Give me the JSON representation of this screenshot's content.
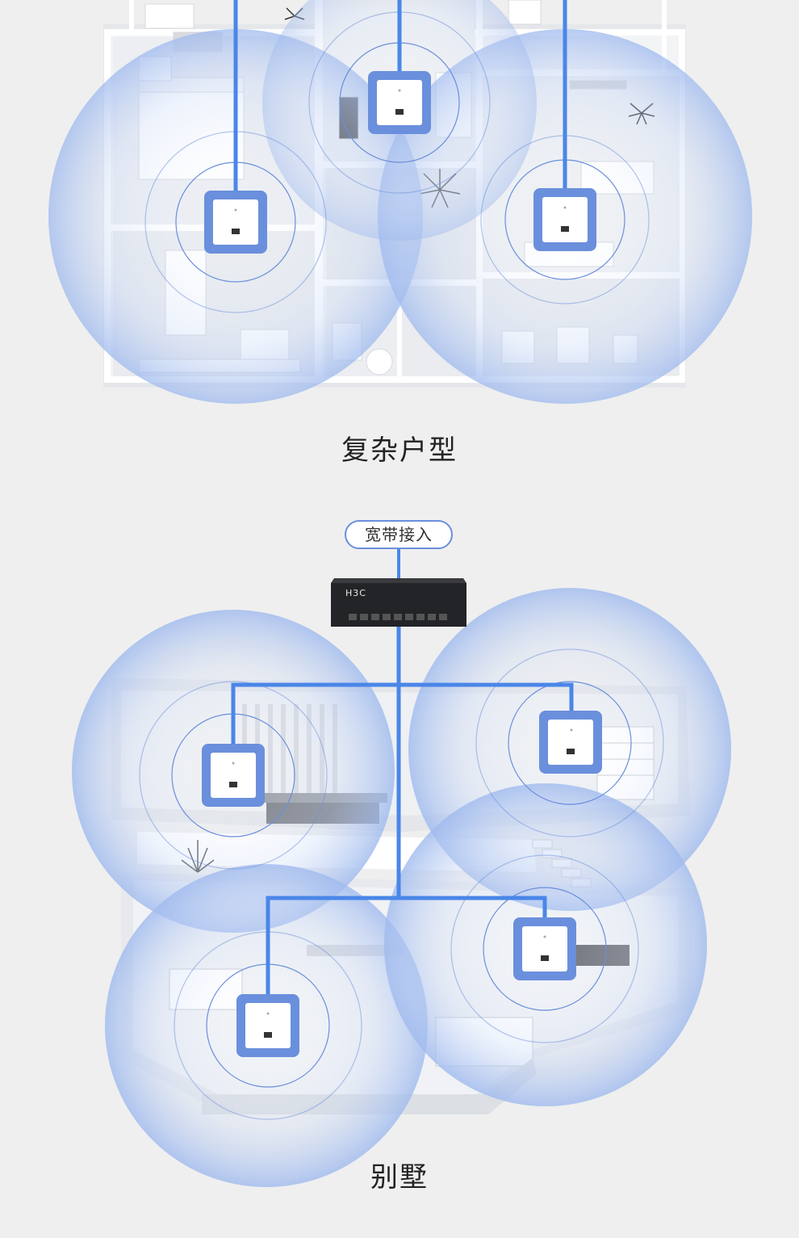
{
  "sections": {
    "apartment": {
      "caption": "复杂户型"
    },
    "villa": {
      "caption": "别墅",
      "badge": "宽带接入",
      "router_brand": "H3C"
    }
  },
  "colors": {
    "line": "#4a86e8",
    "ap_border": "#6a8fdc",
    "bubble": "#c9d8f5",
    "background": "#efefef",
    "wall": "#ffffff",
    "floor": "#d9dbe0"
  },
  "icons": [
    "access-point-icon",
    "router-icon",
    "signal-bubble"
  ]
}
